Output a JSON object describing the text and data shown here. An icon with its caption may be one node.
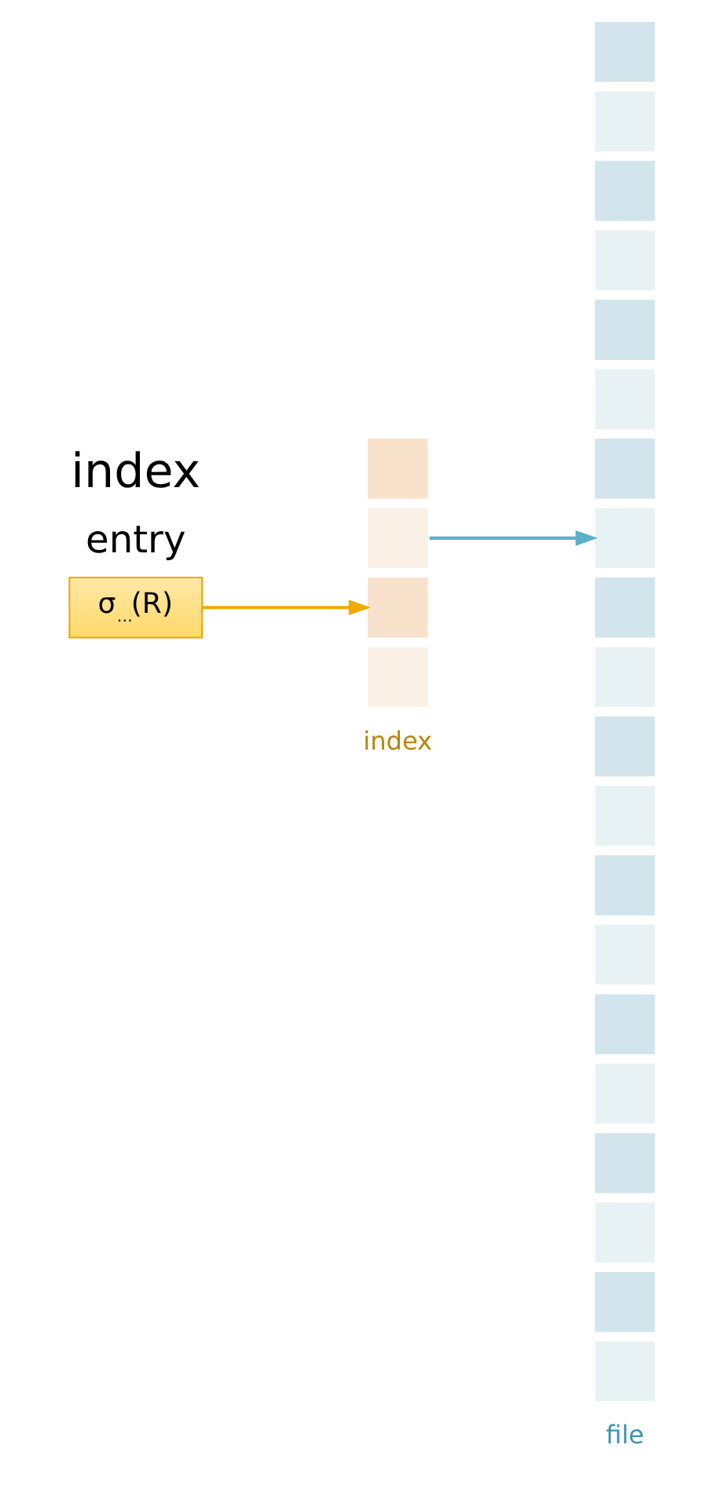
{
  "diagram": {
    "nodes": [
      {
        "text": [
          "σ$_{…}$(R)"
        ]
      },
      {
        "text": [],
        "shape": "box"
      },
      {
        "text": [],
        "shape": "box"
      },
      {
        "text": [],
        "shape": "box"
      },
      {
        "text": [],
        "shape": "box"
      },
      {
        "text": [],
        "shape": "box"
      },
      {
        "text": [],
        "shape": "box"
      },
      {
        "text": [],
        "shape": "box"
      },
      {
        "text": [],
        "shape": "box"
      },
      {
        "text": [],
        "shape": "box"
      },
      {
        "text": [],
        "shape": "box"
      },
      {
        "text": [],
        "shape": "box"
      },
      {
        "text": [],
        "shape": "box"
      },
      {
        "text": [],
        "shape": "box"
      },
      {
        "text": [],
        "shape": "box"
      },
      {
        "text": [],
        "shape": "box"
      },
      {
        "text": [],
        "shape": "box"
      },
      {
        "text": [],
        "shape": "box"
      },
      {
        "text": [],
        "shape": "box"
      },
      {
        "text": [],
        "shape": "box"
      },
      {
        "text": [],
        "shape": "box"
      },
      {
        "text": [],
        "shape": "box"
      },
      {
        "text": [],
        "shape": "box"
      },
      {
        "text": [],
        "shape": "box"
      },
      {
        "text": [],
        "shape": "box"
      }
    ],
    "edges": [
      {
        "from": 0,
        "to": 3,
        "arrow": "to",
        "color": "#f0aa00"
      },
      {
        "from": 2,
        "to": 12,
        "arrow": "to",
        "color": "#5ab0c8"
      }
    ],
    "labels": [
      "index",
      "entry",
      "index",
      "file"
    ]
  }
}
